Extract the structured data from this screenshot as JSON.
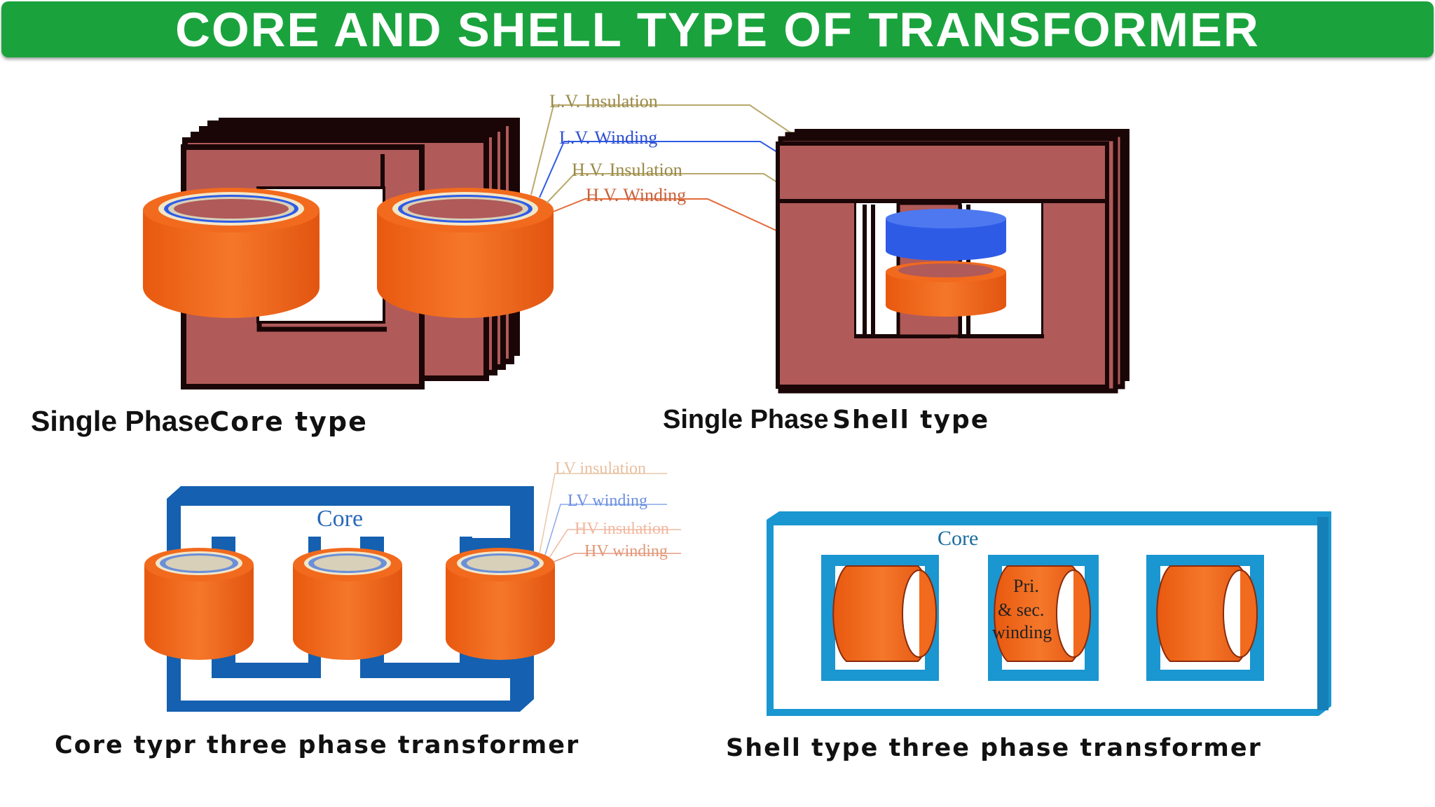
{
  "title": "CORE AND SHELL TYPE OF TRANSFORMER",
  "colors": {
    "banner": "#1aa33d",
    "core_brown": "#b05a5a",
    "core_dark": "#1a0606",
    "winding_orange": "#f26a1d",
    "lv_winding_blue": "#2e5be6",
    "three_phase_core_blue": "#1560b0",
    "shell_three_phase_blue": "#1a96d0"
  },
  "single_phase_core": {
    "caption_part1": "Single Phase",
    "caption_part2": "Core type",
    "labels": {
      "lv_insulation": "L.V. Insulation",
      "lv_winding": "L.V. Winding",
      "hv_insulation": "H.V. Insulation",
      "hv_winding": "H.V. Winding"
    }
  },
  "single_phase_shell": {
    "caption_part1": "Single Phase",
    "caption_part2": "Shell type"
  },
  "three_phase_core": {
    "caption": "Core typr three phase transformer",
    "core_label": "Core",
    "labels": {
      "lv_insulation": "LV insulation",
      "lv_winding": "LV winding",
      "hv_insulation": "HV insulation",
      "hv_winding": "HV winding"
    }
  },
  "three_phase_shell": {
    "caption": "Shell type three phase transformer",
    "core_label": "Core",
    "winding_label_line1": "Pri.",
    "winding_label_line2": "& sec.",
    "winding_label_line3": "winding"
  }
}
